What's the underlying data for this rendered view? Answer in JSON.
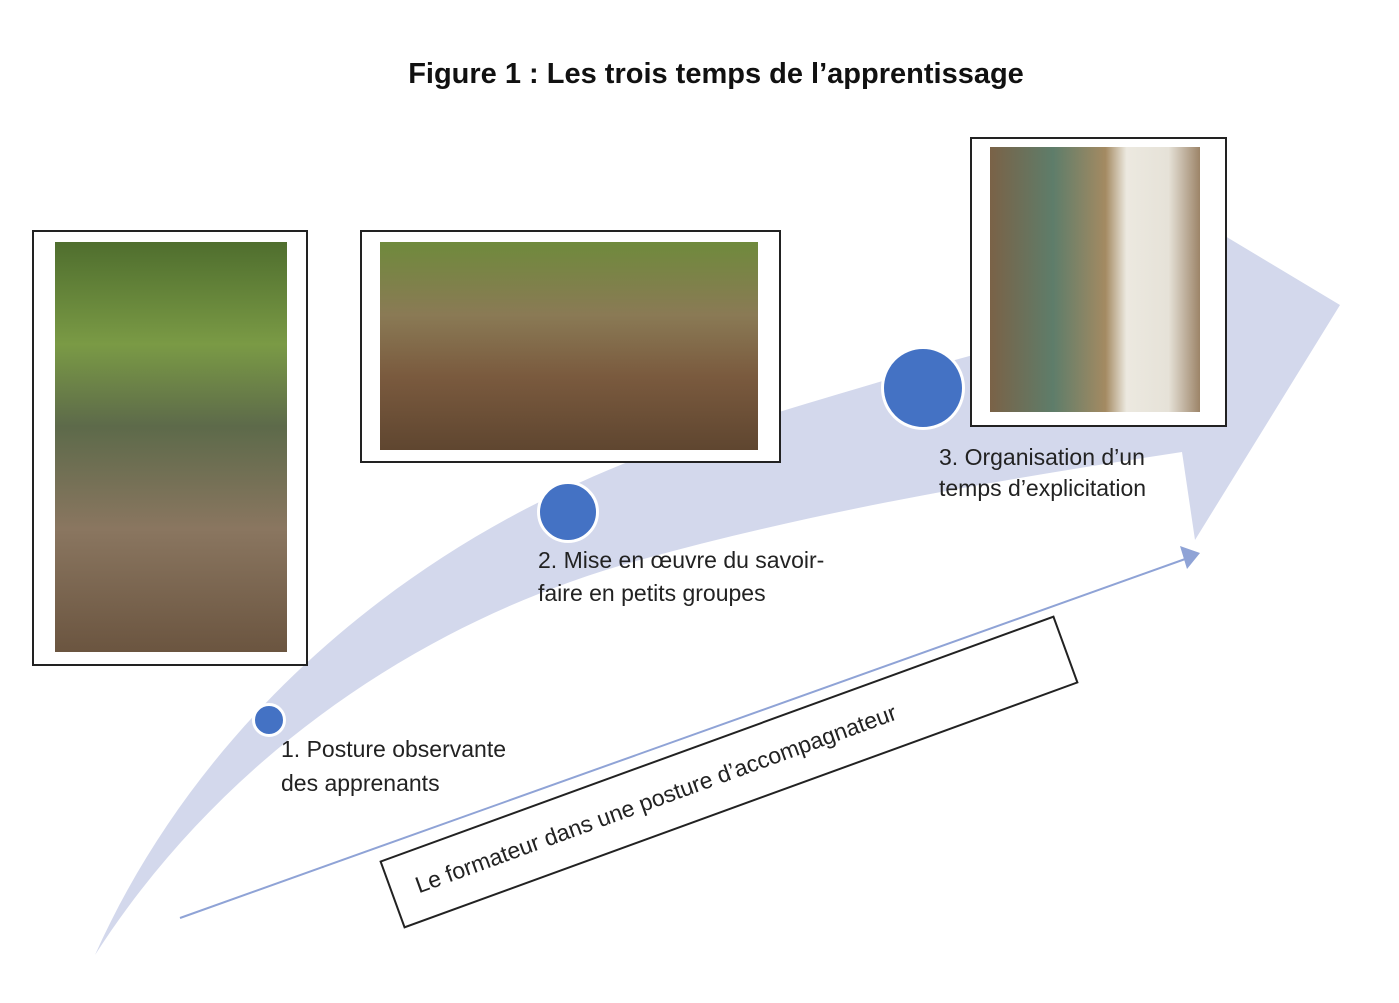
{
  "title": "Figure 1 : Les trois temps de l’apprentissage",
  "steps": [
    {
      "line1": "1.  Posture observante",
      "line2": "des apprenants",
      "photo": "photo-outdoor-group-observing"
    },
    {
      "line1": "2. Mise en œuvre du savoir-",
      "line2": "faire en petits groupes",
      "photo": "photo-hands-on-soil-work"
    },
    {
      "line1": "3. Organisation d’un",
      "line2": "temps d’explicitation",
      "photo": "photo-trainer-at-flipchart"
    }
  ],
  "trainer_box": "Le formateur dans une posture d’accompagnateur",
  "colors": {
    "arrow": "#d3d8ec",
    "dot": "#4472c4",
    "line": "#8fa3d6"
  }
}
